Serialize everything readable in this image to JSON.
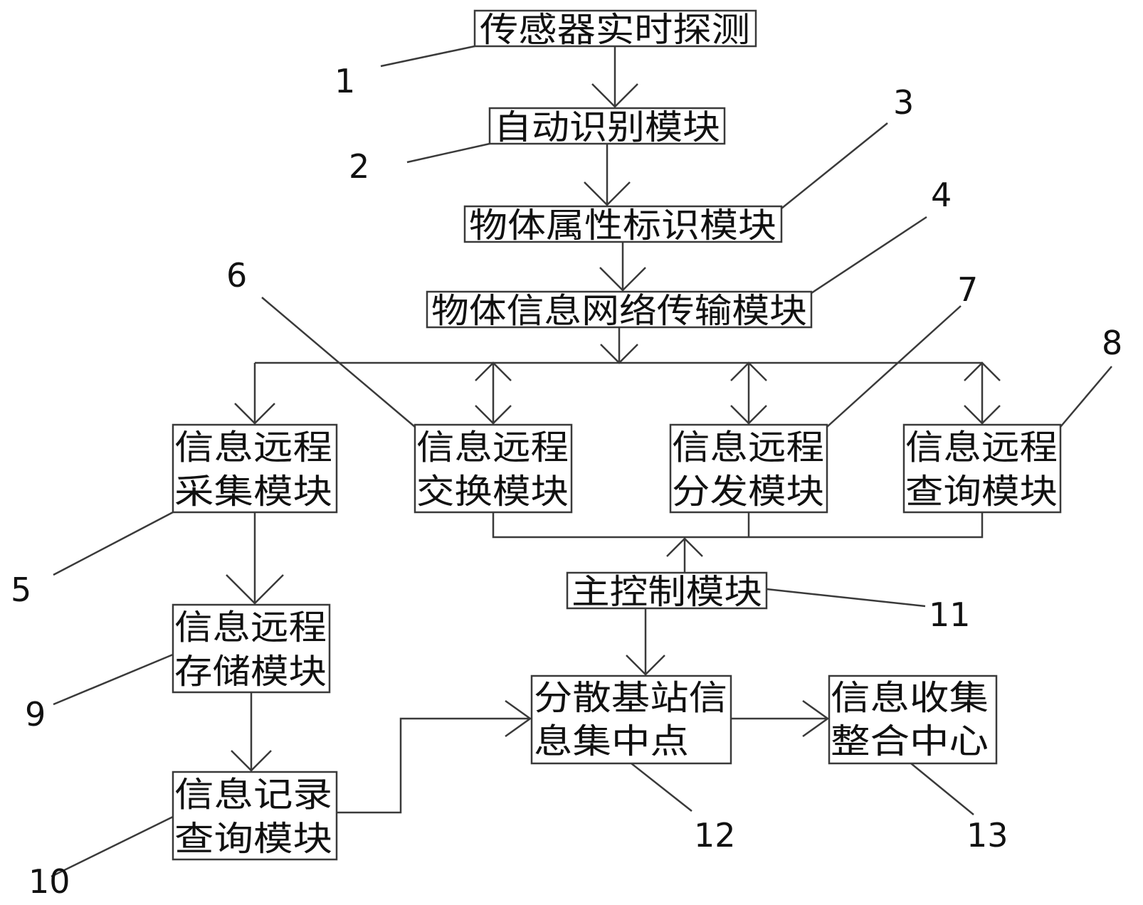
{
  "boxes": {
    "b1": "传感器实时探测",
    "b2": "自动识别模块",
    "b3": "物体属性标识模块",
    "b4": "物体信息网络传输模块",
    "b5": [
      "信息远程",
      "采集模块"
    ],
    "b6": [
      "信息远程",
      "交换模块"
    ],
    "b7": [
      "信息远程",
      "分发模块"
    ],
    "b8": [
      "信息远程",
      "查询模块"
    ],
    "b9": [
      "信息远程",
      "存储模块"
    ],
    "b10": [
      "信息记录",
      "查询模块"
    ],
    "b11": "主控制模块",
    "b12": [
      "分散基站信",
      "息集中点"
    ],
    "b13": [
      "信息收集",
      "整合中心"
    ]
  },
  "labels": {
    "n1": "1",
    "n2": "2",
    "n3": "3",
    "n4": "4",
    "n5": "5",
    "n6": "6",
    "n7": "7",
    "n8": "8",
    "n9": "9",
    "n10": "10",
    "n11": "11",
    "n12": "12",
    "n13": "13"
  }
}
